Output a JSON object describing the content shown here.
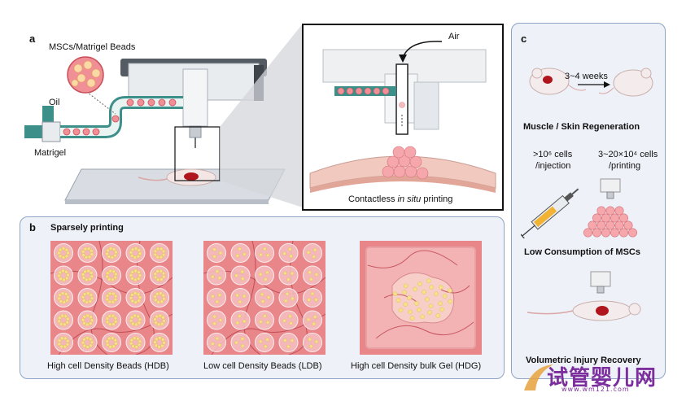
{
  "panel_a": {
    "letter": "a",
    "beads_label": "MSCs/Matrigel Beads",
    "oil_label": "Oil",
    "matrigel_label": "Matrigel",
    "air_label": "Air",
    "caption_pre": "Contactless ",
    "caption_em": "in situ",
    "caption_post": " printing"
  },
  "panel_b": {
    "letter": "b",
    "title": "Sparsely printing",
    "tiles": [
      {
        "caption": "High cell Density Beads (HDB)"
      },
      {
        "caption": "Low cell Density Beads (LDB)"
      },
      {
        "caption": "High cell Density bulk Gel (HDG)"
      }
    ]
  },
  "panel_c": {
    "letter": "c",
    "duration": "3~4 weeks",
    "regen_title": "Muscle / Skin Regeneration",
    "injection_line1": ">10⁶ cells",
    "injection_line2": "/injection",
    "printing_line1": "3~20×10⁴ cells",
    "printing_line2": "/printing",
    "consumption_title": "Low Consumption of MSCs",
    "recovery_title": "Volumetric Injury Recovery"
  },
  "watermark": {
    "title": "试管婴儿网",
    "url": "www.wm121.com"
  },
  "colors": {
    "panel_border": "#8fa4c7",
    "panel_bg": "#eef1f8",
    "tissue": "#e8868a",
    "bead": "#f08f95",
    "channel": "#3d8f8a"
  }
}
